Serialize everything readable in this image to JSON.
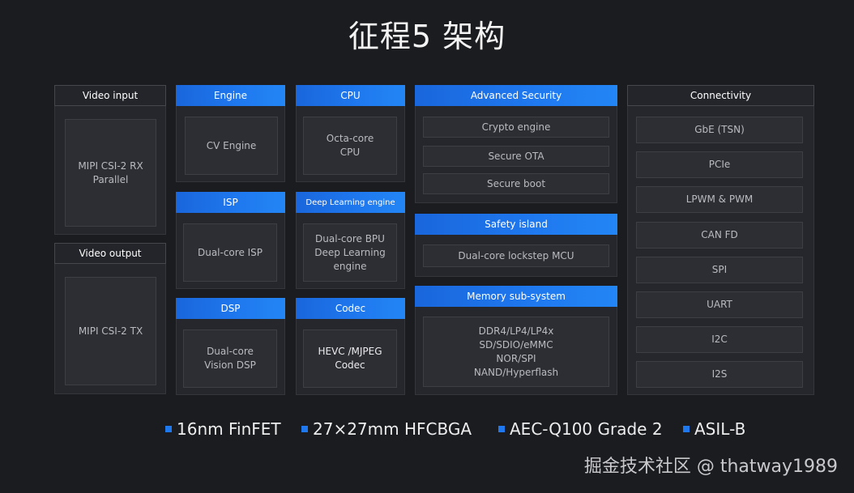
{
  "title": "征程5 架构",
  "video_input": {
    "header": "Video input",
    "lines": [
      "MIPI CSI-2 RX",
      "Parallel"
    ]
  },
  "video_output": {
    "header": "Video output",
    "lines": [
      "MIPI CSI-2 TX"
    ]
  },
  "engine": {
    "header": "Engine",
    "lines": [
      "CV Engine"
    ]
  },
  "isp": {
    "header": "ISP",
    "lines": [
      "Dual-core ISP"
    ]
  },
  "dsp": {
    "header": "DSP",
    "lines": [
      "Dual-core",
      "Vision DSP"
    ]
  },
  "cpu": {
    "header": "CPU",
    "lines": [
      "Octa-core",
      "CPU"
    ]
  },
  "deep_learning": {
    "header": "Deep Learning engine",
    "lines": [
      "Dual-core BPU",
      "Deep Learning",
      "engine"
    ]
  },
  "codec": {
    "header": "Codec",
    "lines": [
      "HEVC /MJPEG",
      "Codec"
    ]
  },
  "security": {
    "header": "Advanced Security",
    "items": [
      "Crypto engine",
      "Secure OTA",
      "Secure boot"
    ]
  },
  "safety": {
    "header": "Safety island",
    "items": [
      "Dual-core lockstep MCU"
    ]
  },
  "memory": {
    "header": "Memory sub-system",
    "lines": [
      "DDR4/LP4/LP4x",
      "SD/SDIO/eMMC",
      "NOR/SPI",
      "NAND/Hyperflash"
    ]
  },
  "connectivity": {
    "header": "Connectivity",
    "items": [
      "GbE (TSN)",
      "PCIe",
      "LPWM & PWM",
      "CAN FD",
      "SPI",
      "UART",
      "I2C",
      "I2S"
    ]
  },
  "features": [
    "16nm FinFET",
    "27×27mm HFCBGA",
    "AEC-Q100 Grade 2",
    "ASIL-B"
  ],
  "watermark": "掘金技术社区 @ thatway1989",
  "colors": {
    "accent": "#1f78ee",
    "background": "#1b1c20"
  }
}
